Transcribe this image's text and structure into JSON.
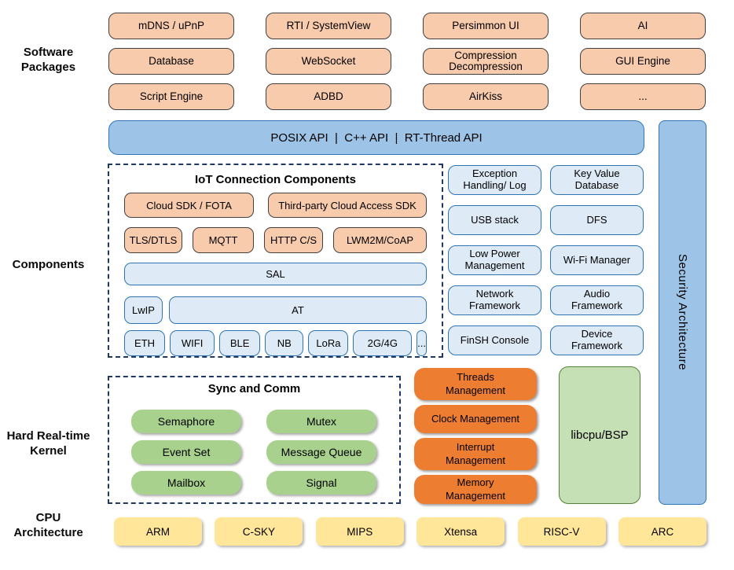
{
  "section_labels": {
    "software": "Software Packages",
    "components": "Components",
    "kernel": "Hard Real-time Kernel",
    "cpu": "CPU Architecture"
  },
  "software_packages": {
    "rows": [
      [
        "mDNS / uPnP",
        "RTI / SystemView",
        "Persimmon UI",
        "AI"
      ],
      [
        "Database",
        "WebSocket",
        "Compression Decompression",
        "GUI Engine"
      ],
      [
        "Script Engine",
        "ADBD",
        "AirKiss",
        "..."
      ]
    ]
  },
  "api_bar": {
    "label": "POSIX API  |  C++ API  |  RT-Thread API"
  },
  "security_bar": {
    "label": "Security Architecture"
  },
  "iot_components": {
    "title": "IoT Connection Components",
    "sdk_row": [
      "Cloud SDK / FOTA",
      "Third-party Cloud Access SDK"
    ],
    "protocol_row": [
      "TLS/DTLS",
      "MQTT",
      "HTTP C/S",
      "LWM2M/CoAP"
    ],
    "sal": "SAL",
    "lwip": "LwIP",
    "at": "AT",
    "link_row": [
      "ETH",
      "WIFI",
      "BLE",
      "NB",
      "LoRa",
      "2G/4G",
      "..."
    ]
  },
  "service_components": {
    "items": [
      "Exception Handling/ Log",
      "Key Value Database",
      "USB stack",
      "DFS",
      "Low Power Management",
      "Wi-Fi Manager",
      "Network Framework",
      "Audio Framework",
      "FinSH Console",
      "Device Framework"
    ]
  },
  "kernel": {
    "sync_comm": {
      "title": "Sync and Comm",
      "items": [
        "Semaphore",
        "Mutex",
        "Event Set",
        "Message Queue",
        "Mailbox",
        "Signal"
      ]
    },
    "management": [
      "Threads Management",
      "Clock Management",
      "Interrupt Management",
      "Memory Management"
    ],
    "libcpu": "libcpu/BSP"
  },
  "cpu_architectures": [
    "ARM",
    "C-SKY",
    "MIPS",
    "Xtensa",
    "RISC-V",
    "ARC"
  ],
  "colors": {
    "package_fill": "#F8CBAD",
    "api_fill": "#9DC3E6",
    "component_fill": "#DEEAF6",
    "component_border": "#2E75B6",
    "kernel_green": "#A9D18E",
    "kernel_orange": "#ED7D31",
    "libcpu_fill": "#C5E0B4",
    "cpu_yellow": "#FFE699",
    "dashed_border": "#1F3864"
  }
}
